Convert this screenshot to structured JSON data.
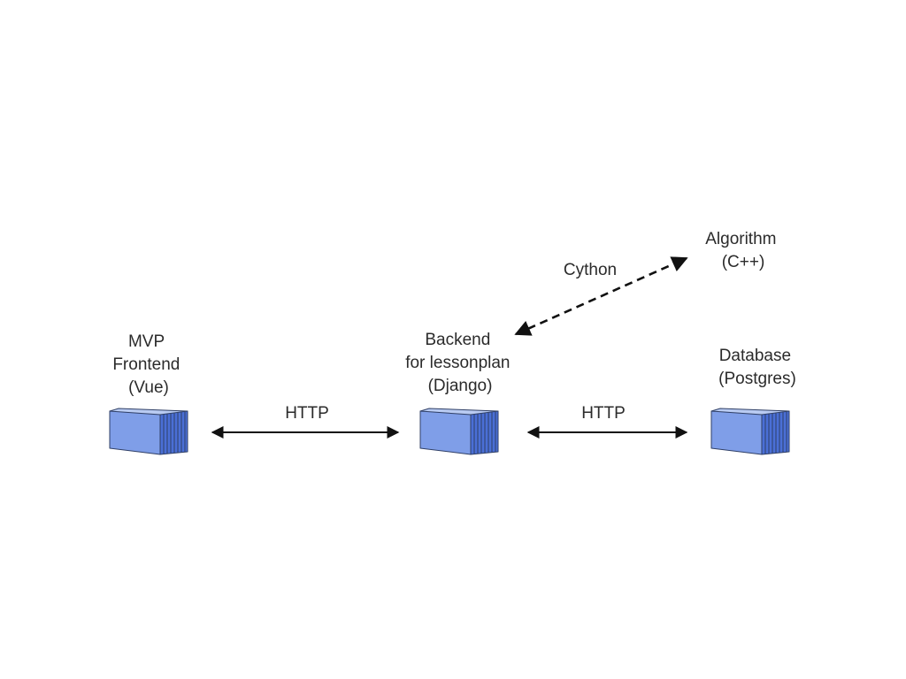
{
  "nodes": {
    "frontend": {
      "lines": [
        "MVP",
        "Frontend",
        "(Vue)"
      ]
    },
    "backend": {
      "lines": [
        "Backend",
        "for lessonplan",
        "(Django)"
      ]
    },
    "database": {
      "lines": [
        "Database",
        "(Postgres)"
      ]
    },
    "algorithm": {
      "lines": [
        "Algorithm",
        "(C++)"
      ]
    }
  },
  "edges": {
    "frontend_backend": {
      "label": "HTTP",
      "style": "solid",
      "direction": "both"
    },
    "backend_database": {
      "label": "HTTP",
      "style": "solid",
      "direction": "both"
    },
    "backend_algorithm": {
      "label": "Cython",
      "style": "dashed",
      "direction": "both"
    }
  },
  "colors": {
    "container_front": "#7f9ee8",
    "container_top": "#b9cbf2",
    "container_side": "#4a6fd6",
    "container_stroke": "#2f3f66",
    "edge": "#111111",
    "text": "#2b2b2b"
  },
  "icons": {
    "node": "shipping-container-icon"
  }
}
